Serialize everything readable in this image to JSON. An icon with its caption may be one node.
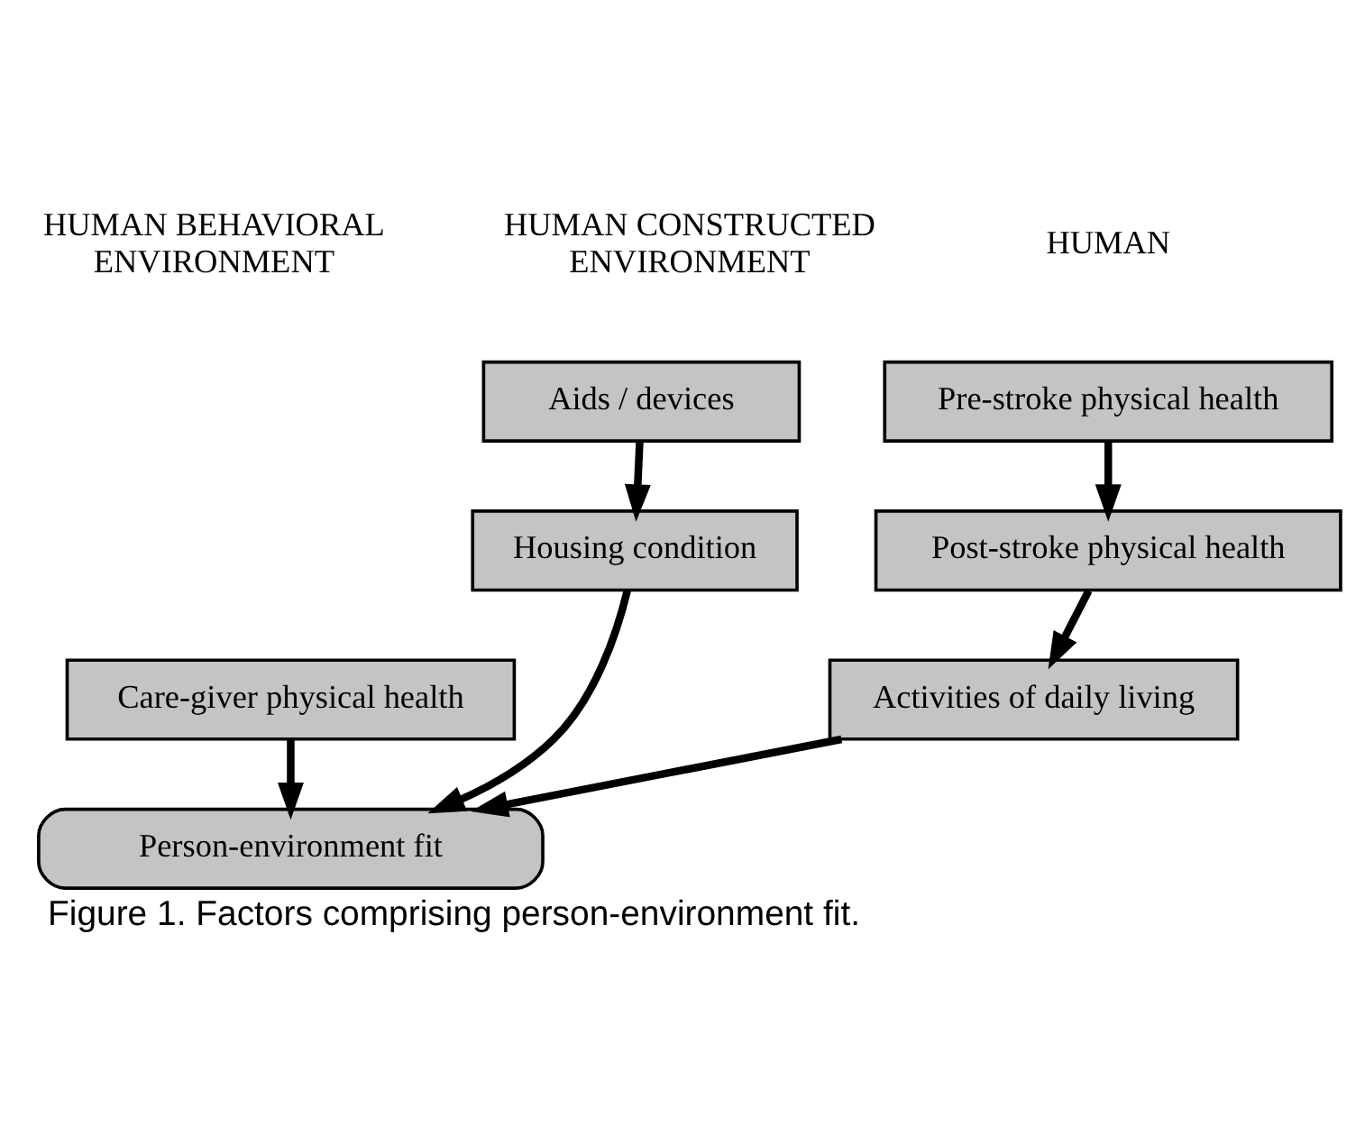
{
  "diagram": {
    "caption": "Figure 1. Factors comprising person-environment fit.",
    "nodes": [
      {
        "text": [
          "Pre-stroke physical health"
        ]
      },
      {
        "text": [
          "Post-stroke physical health"
        ]
      },
      {
        "text": [
          "Activities of daily living"
        ]
      },
      {
        "text": [
          "Care-giver physical health"
        ]
      },
      {
        "text": [
          "Aids / devices"
        ]
      },
      {
        "text": [
          "Housing condition"
        ]
      },
      {
        "text": [
          "Person-environment fit"
        ]
      }
    ],
    "edges": [
      {
        "from": 0,
        "to": 1,
        "arrow": "to"
      },
      {
        "from": 1,
        "to": 2,
        "arrow": "to"
      },
      {
        "from": 2,
        "to": 6,
        "arrow": "to"
      },
      {
        "from": 3,
        "to": 6,
        "arrow": "to"
      },
      {
        "from": 4,
        "to": 5,
        "arrow": "to"
      },
      {
        "from": 5,
        "to": 6,
        "arrow": "to"
      }
    ],
    "labels": [
      "HUMAN",
      "HUMAN BEHAVIORAL ENVIRONMENT",
      "HUMAN CONSTRUCTED ENVIRONMENT"
    ]
  }
}
